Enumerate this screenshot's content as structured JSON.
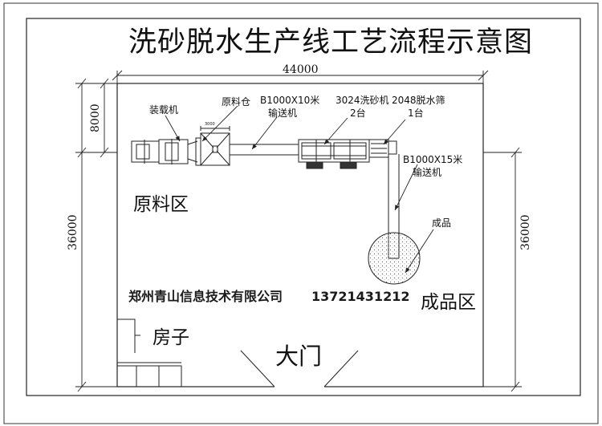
{
  "title": "洗砂脱水生产线工艺流程示意图",
  "dimensions": {
    "width": "44000",
    "left_top": "8000",
    "left_height": "36000",
    "right_height": "36000"
  },
  "equipment": {
    "loader": "装载机",
    "raw_bin": "原料仓",
    "conveyor1_line1": "B1000X10米",
    "conveyor1_line2": "输送机",
    "washer_line1": "3024洗砂机",
    "washer_line2": "2台",
    "screen_line1": "2048脱水筛",
    "screen_line2": "1台",
    "conveyor2_line1": "B1000X15米",
    "conveyor2_line2": "输送机",
    "product": "成品",
    "bin_size": "3000"
  },
  "zones": {
    "raw": "原料区",
    "finished": "成品区",
    "house": "房子",
    "gate": "大门"
  },
  "company": {
    "name": "郑州青山信息技术有限公司",
    "phone": "13721431212"
  }
}
